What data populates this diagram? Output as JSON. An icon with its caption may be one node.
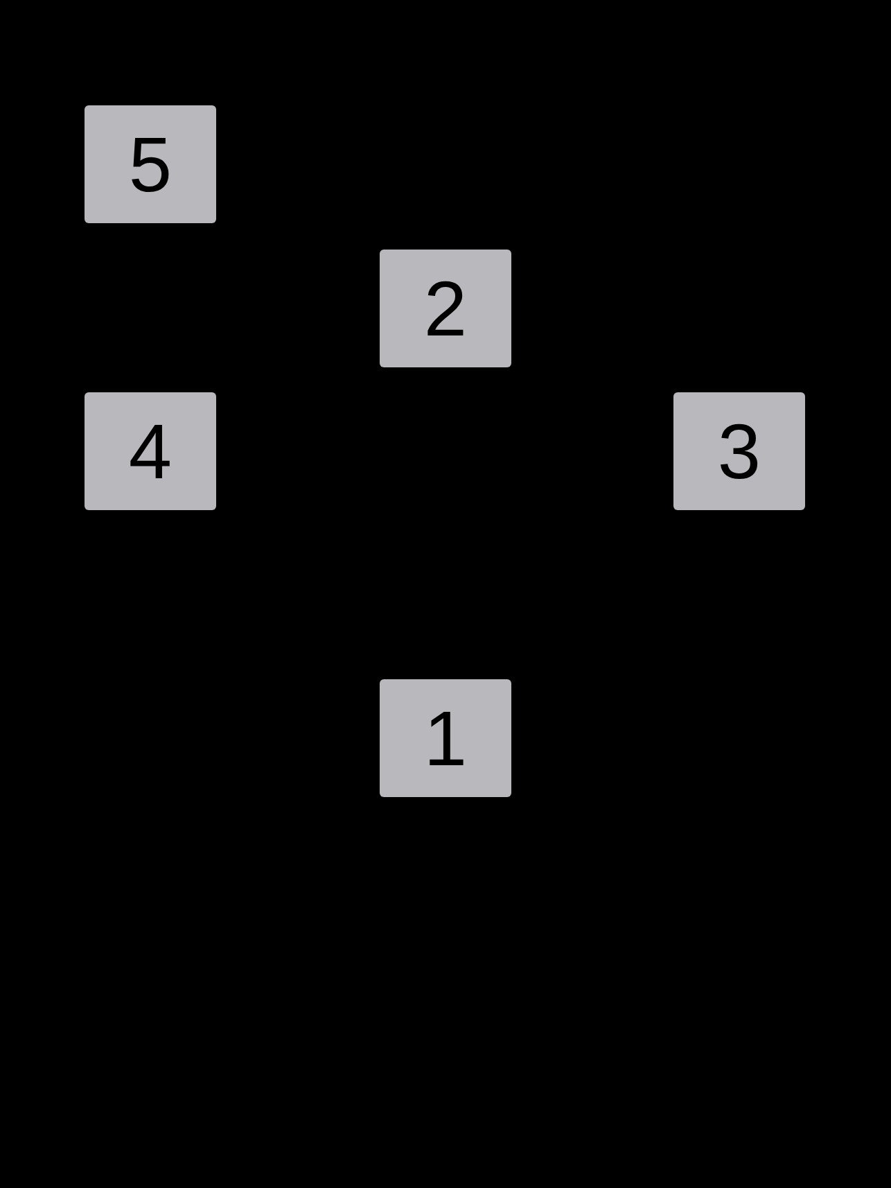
{
  "diagram": {
    "nodes": [
      {
        "text": [
          "5"
        ]
      },
      {
        "text": [
          "2"
        ]
      },
      {
        "text": [
          "4"
        ]
      },
      {
        "text": [
          "3"
        ]
      },
      {
        "text": [
          "1"
        ]
      }
    ]
  }
}
